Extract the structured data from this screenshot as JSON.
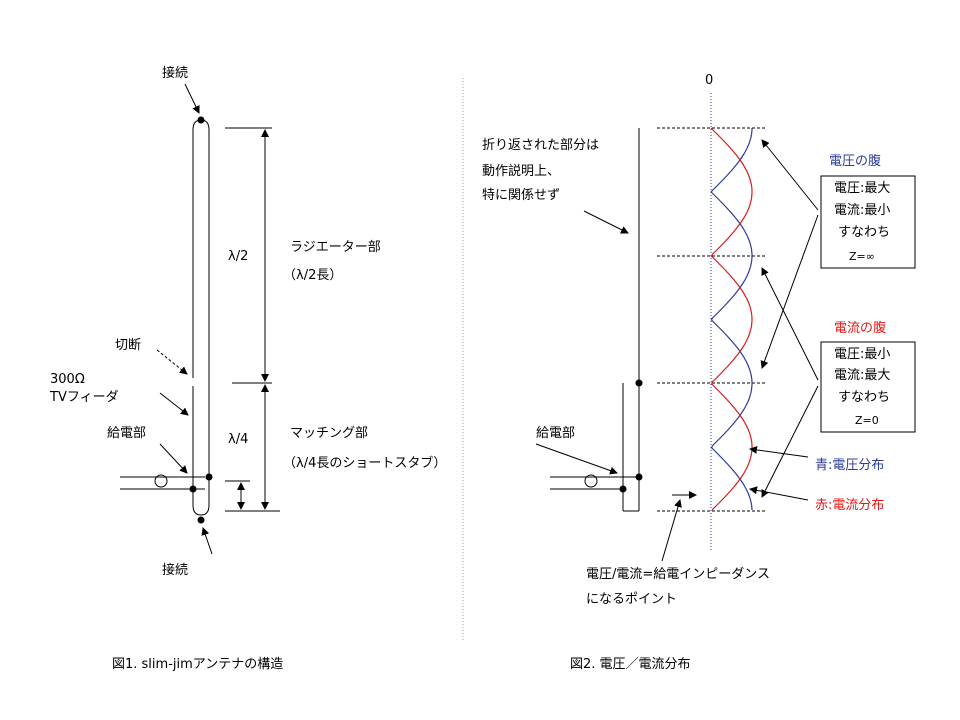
{
  "colors": {
    "voltage": "#2b3b9a",
    "current": "#e01818",
    "line": "#000000"
  },
  "fig1": {
    "connect_top": "接続",
    "connect_bottom": "接続",
    "cut": "切断",
    "feeder_1": "300Ω",
    "feeder_2": "TVフィーダ",
    "feed_point": "給電部",
    "half_wave": "λ/2",
    "quarter_wave": "λ/4",
    "radiator_1": "ラジエーター部",
    "radiator_2": "（λ/2長）",
    "matching_1": "マッチング部",
    "matching_2": "（λ/4長のショートスタブ）",
    "caption": "図1. slim-jimアンテナの構造"
  },
  "fig2": {
    "zero": "0",
    "folded_1": "折り返された部分は",
    "folded_2": "動作説明上、",
    "folded_3": "特に関係せず",
    "voltage_antinode_title": "電圧の腹",
    "voltage_box": [
      "電圧:最大",
      "電流:最小",
      "すなわち",
      "Z=∞"
    ],
    "current_antinode_title": "電流の腹",
    "current_box": [
      "電圧:最小",
      "電流:最大",
      "すなわち",
      "Z=0"
    ],
    "feed_point": "給電部",
    "legend_voltage": "青:電圧分布",
    "legend_current": "赤:電流分布",
    "feed_note_1": "電圧/電流=給電インピーダンス",
    "feed_note_2": "になるポイント",
    "caption": "図2. 電圧／電流分布"
  }
}
